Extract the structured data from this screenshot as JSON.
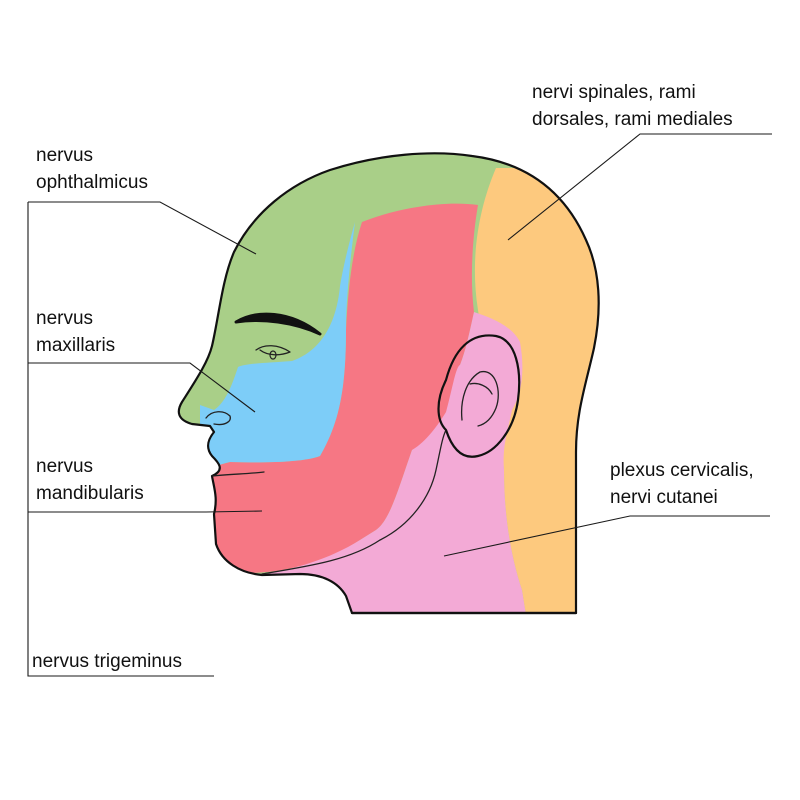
{
  "labels": {
    "ophthalmicus": [
      "nervus",
      "ophthalmicus"
    ],
    "maxillaris": [
      "nervus",
      "maxillaris"
    ],
    "mandibularis": [
      "nervus",
      "mandibularis"
    ],
    "trigeminus": "nervus trigeminus",
    "spinales": [
      "nervi spinales, rami",
      "dorsales, rami mediales"
    ],
    "cervicalis": [
      "plexus cervicalis,",
      "nervi cutanei"
    ]
  },
  "colors": {
    "ophthalmic": "#a9cf88",
    "maxillary": "#7dcdf8",
    "mandibular": "#f67784",
    "dorsal_rami": "#fdc97e",
    "cervical_plexus": "#f3aad6",
    "outline": "#111111"
  }
}
